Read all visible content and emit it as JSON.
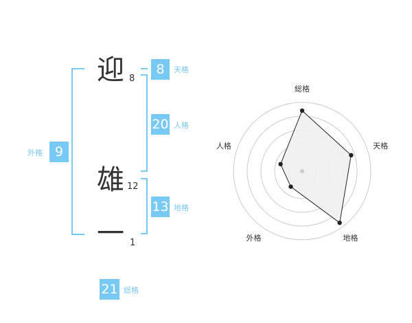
{
  "name_chars": [
    {
      "char": "迎",
      "strokes": "8"
    },
    {
      "char": "雄",
      "strokes": "12"
    },
    {
      "char": "一",
      "strokes": "1"
    }
  ],
  "fortunes": {
    "tenkaku": {
      "label": "天格",
      "value": "8"
    },
    "jinkaku": {
      "label": "人格",
      "value": "20"
    },
    "chikaku": {
      "label": "地格",
      "value": "13"
    },
    "gaikaku": {
      "label": "外格",
      "value": "9"
    },
    "soukaku": {
      "label": "総格",
      "value": "21"
    }
  },
  "chart_data": {
    "type": "radar",
    "axes": [
      "総格",
      "天格",
      "地格",
      "外格",
      "人格"
    ],
    "values": [
      0.88,
      0.75,
      0.93,
      0.28,
      0.33
    ],
    "fill_color": "#f0f0f0",
    "grid_color": "#cccccc",
    "grid_rings": 5
  }
}
